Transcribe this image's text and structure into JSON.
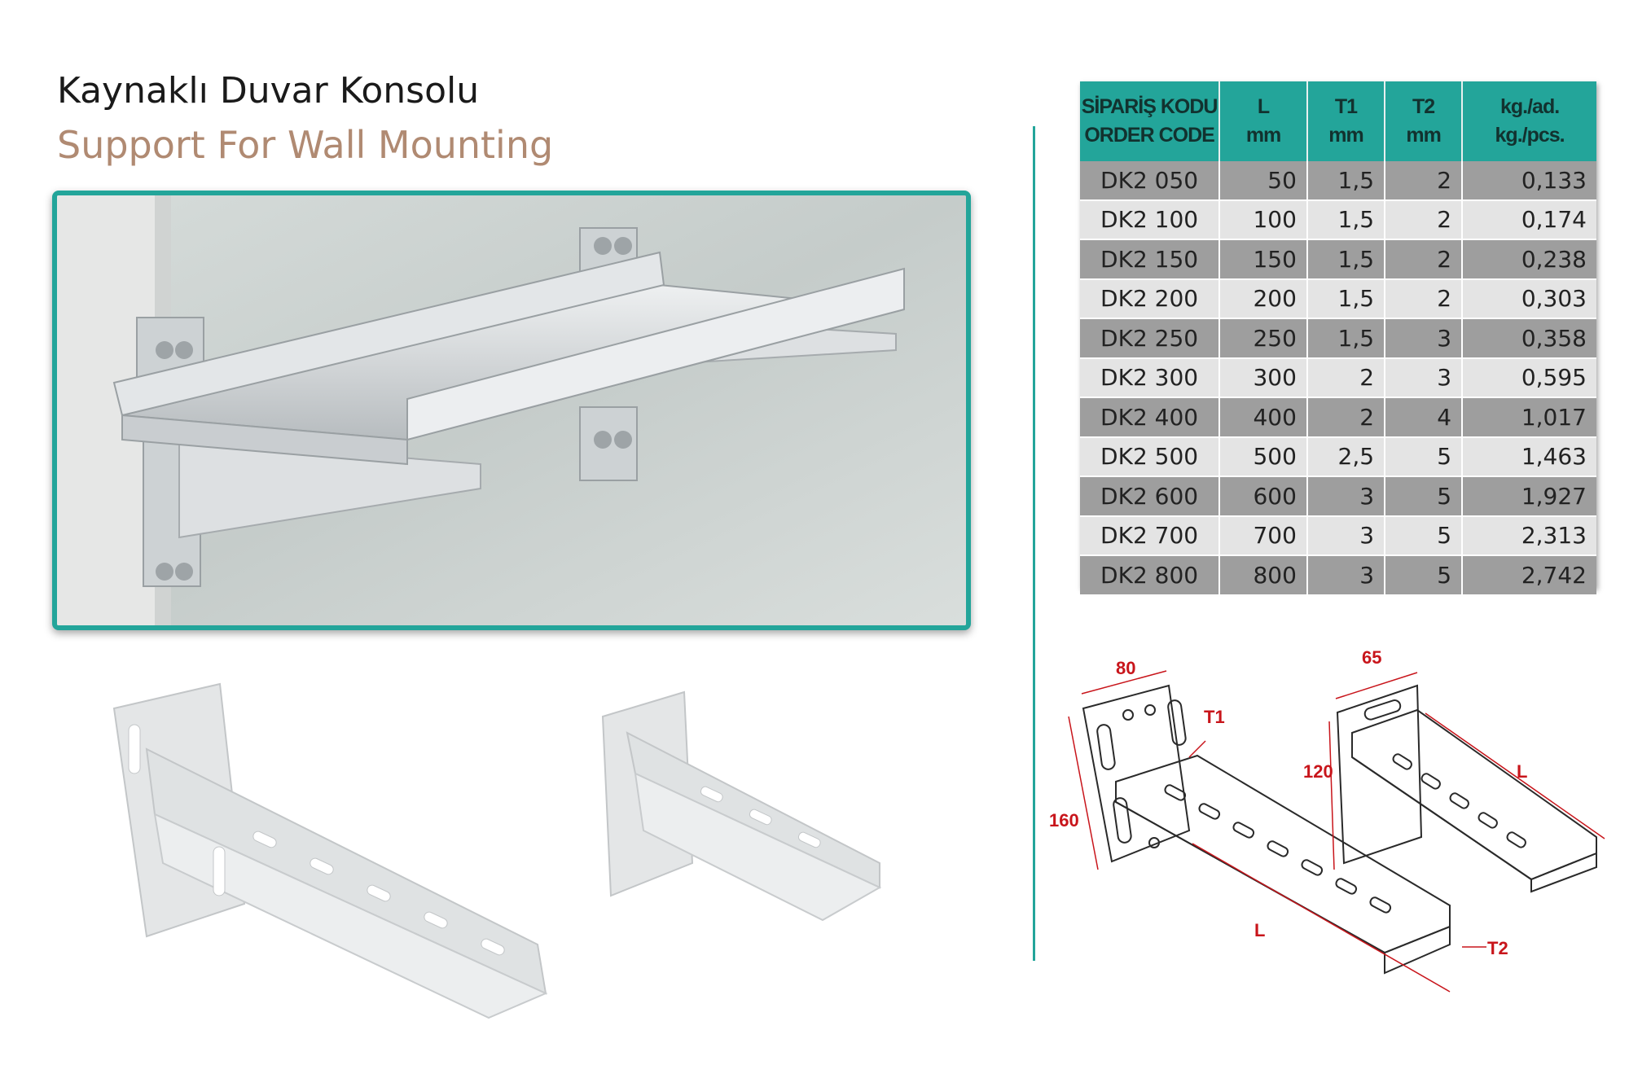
{
  "title": {
    "tr": "Kaynaklı Duvar Konsolu",
    "en": "Support For Wall Mounting"
  },
  "colors": {
    "accent": "#23a59a",
    "dim_red": "#c8151b",
    "subtitle": "#b08a72"
  },
  "table": {
    "headers": [
      {
        "top": "SİPARİŞ KODU",
        "bottom": "ORDER CODE"
      },
      {
        "top": "L",
        "bottom": "mm"
      },
      {
        "top": "T1",
        "bottom": "mm"
      },
      {
        "top": "T2",
        "bottom": "mm"
      },
      {
        "top": "kg./ad.",
        "bottom": "kg./pcs."
      }
    ],
    "rows": [
      [
        "DK2 050",
        "50",
        "1,5",
        "2",
        "0,133"
      ],
      [
        "DK2 100",
        "100",
        "1,5",
        "2",
        "0,174"
      ],
      [
        "DK2 150",
        "150",
        "1,5",
        "2",
        "0,238"
      ],
      [
        "DK2 200",
        "200",
        "1,5",
        "2",
        "0,303"
      ],
      [
        "DK2 250",
        "250",
        "1,5",
        "3",
        "0,358"
      ],
      [
        "DK2 300",
        "300",
        "2",
        "3",
        "0,595"
      ],
      [
        "DK2 400",
        "400",
        "2",
        "4",
        "1,017"
      ],
      [
        "DK2 500",
        "500",
        "2,5",
        "5",
        "1,463"
      ],
      [
        "DK2 600",
        "600",
        "3",
        "5",
        "1,927"
      ],
      [
        "DK2 700",
        "700",
        "3",
        "5",
        "2,313"
      ],
      [
        "DK2 800",
        "800",
        "3",
        "5",
        "2,742"
      ]
    ]
  },
  "drawing": {
    "left": {
      "width": "80",
      "height": "160",
      "thickness1": "T1",
      "length": "L",
      "thickness2": "T2"
    },
    "right": {
      "width": "65",
      "height": "120",
      "length": "L"
    }
  }
}
